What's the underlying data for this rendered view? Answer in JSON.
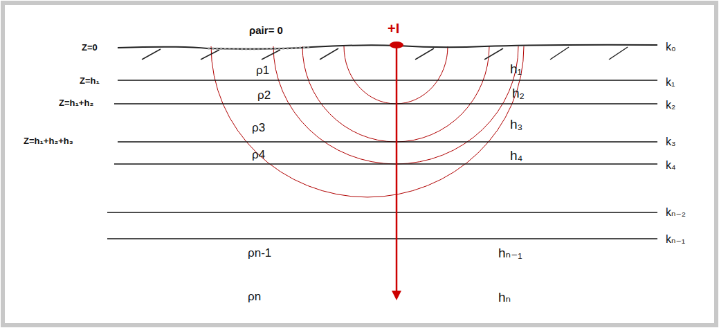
{
  "diagram": {
    "labels": [
      "ρair= 0",
      "+I",
      "Z=0",
      "Z=h₁",
      "Z=h₁+h₂",
      "Z=h₁+h₂+h₃",
      "ρ1",
      "ρ2",
      "ρ3",
      "ρ4",
      "ρn-1",
      "ρn",
      "h₁",
      "h₂",
      "h₃",
      "h₄",
      "hₙ₋₁",
      "hₙ",
      "k₀",
      "k₁",
      "k₂",
      "k₃",
      "k₄",
      "kₙ₋₂",
      "kₙ₋₁"
    ]
  }
}
